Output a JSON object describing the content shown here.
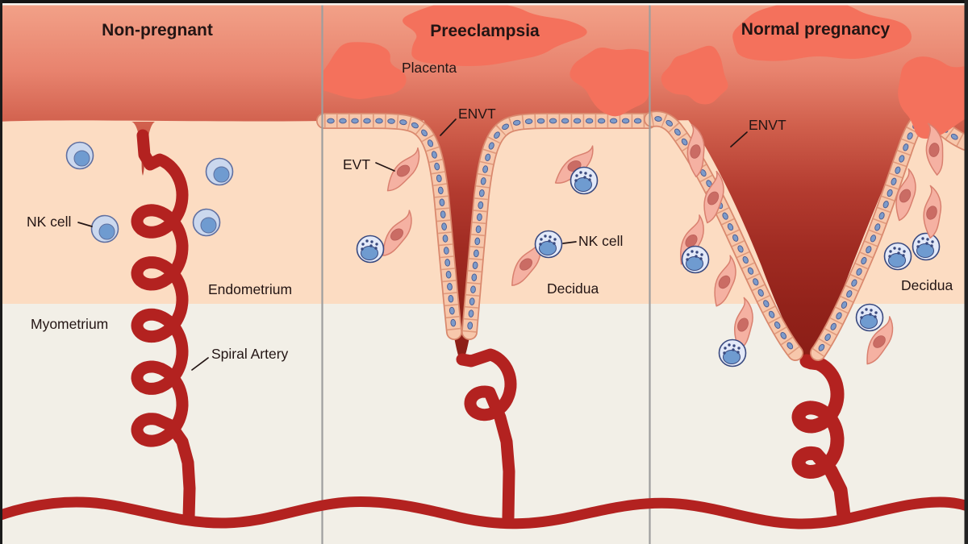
{
  "figure": {
    "type": "medical illustration",
    "topic": "Uterine spiral artery remodeling comparison"
  },
  "panels": [
    {
      "id": "non-pregnant",
      "title": "Non-pregnant",
      "labels": {
        "nk_cell": "NK cell",
        "endometrium": "Endometrium",
        "myometrium": "Myometrium",
        "spiral_artery": "Spiral Artery"
      }
    },
    {
      "id": "preeclampsia",
      "title": "Preeclampsia",
      "labels": {
        "placenta": "Placenta",
        "envt": "ENVT",
        "evt": "EVT",
        "nk_cell": "NK cell",
        "decidua": "Decidua"
      }
    },
    {
      "id": "normal-pregnancy",
      "title": "Normal pregnancy",
      "labels": {
        "envt": "ENVT",
        "decidua": "Decidua"
      }
    }
  ],
  "colors": {
    "artery_red": "#b32220",
    "blood_gradient_top": "#f2a188",
    "blood_gradient_bottom": "#891c15",
    "placenta_blob": "#f4715c",
    "decidua_endometrium": "#fcdcc2",
    "myometrium": "#f2efe7",
    "nk_cell_body": "#cbd8ee",
    "nk_cell_nucleus": "#6f9bd0",
    "evt_cell_body": "#f5b1a2",
    "evt_cell_nucleus": "#ca6c64",
    "envt_band": "#f7c7ab",
    "envt_nucleus": "#7d9bca",
    "panel_divider": "#9e9e9e"
  }
}
